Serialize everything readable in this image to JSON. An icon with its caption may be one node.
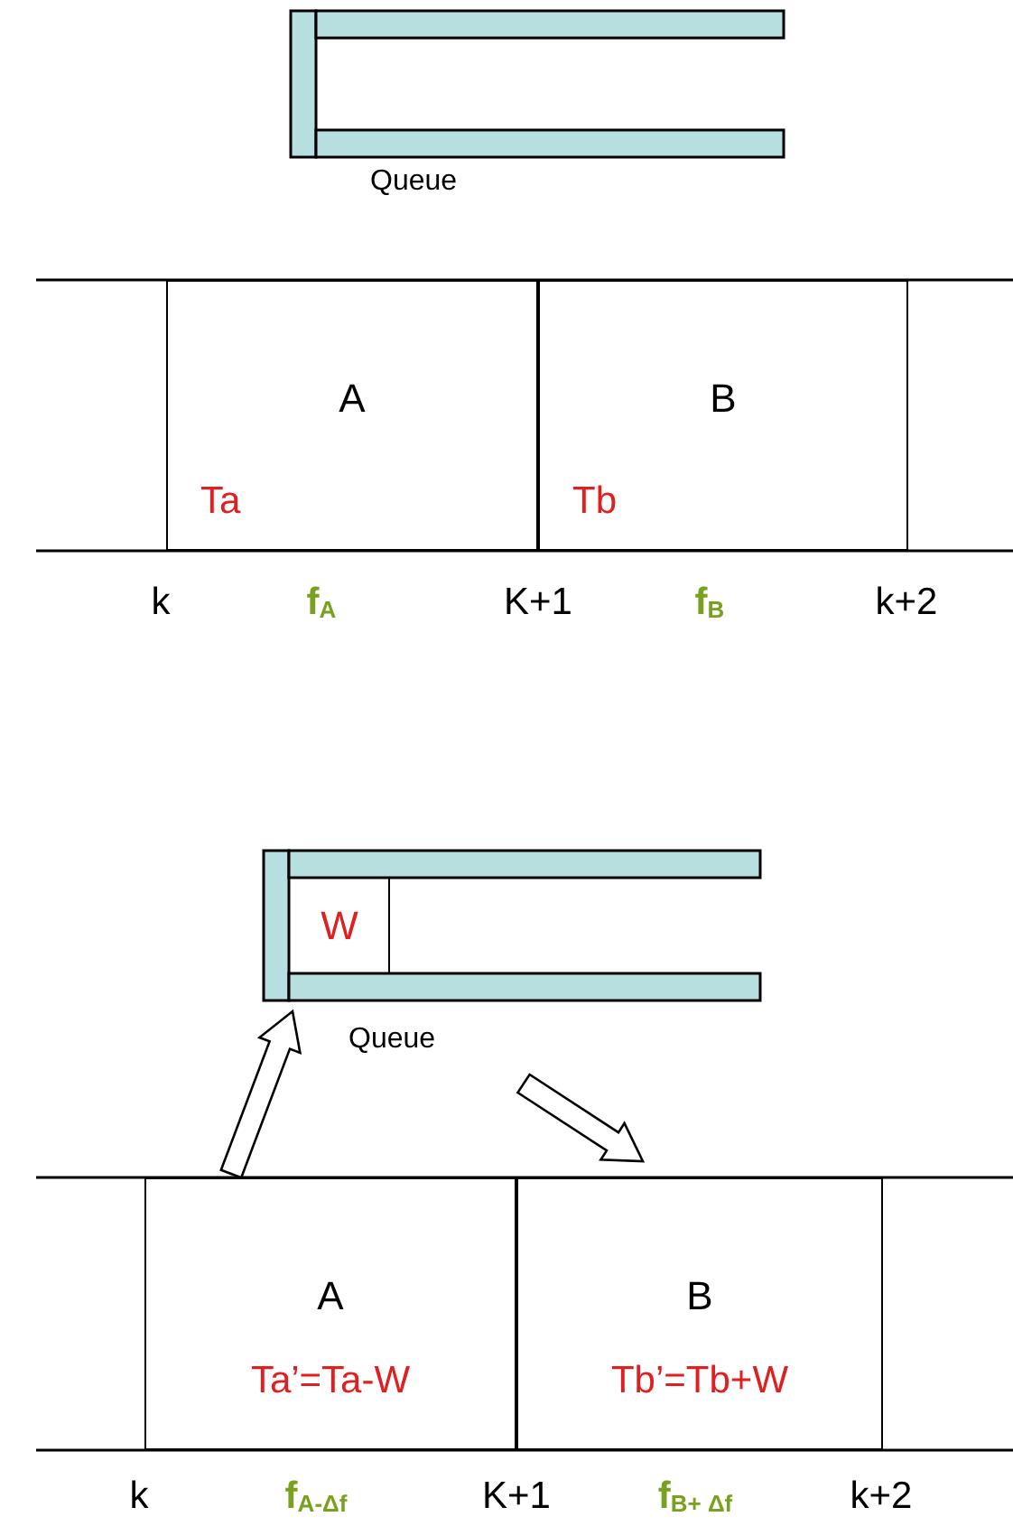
{
  "diagram": {
    "nodes": [
      {
        "text": [
          "Queue"
        ]
      },
      {
        "text": [
          "A",
          "Ta"
        ]
      },
      {
        "text": [
          "B",
          "Tb"
        ]
      },
      {
        "text": [
          "Queue"
        ]
      },
      {
        "text": [
          "W"
        ],
        "in": 3
      },
      {
        "text": [
          "A",
          "Ta’=Ta-W"
        ]
      },
      {
        "text": [
          "B",
          "Tb’=Tb+W"
        ]
      }
    ],
    "edges": [
      {
        "from": 5,
        "to": 3,
        "arrow": "to"
      },
      {
        "from": 3,
        "to": 6,
        "arrow": "to"
      }
    ],
    "labels": [
      "k",
      "f$_{A}$",
      "K+1",
      "f$_{B}$",
      "k+2",
      "k",
      "f$_{A-Δf}$",
      "K+1",
      "f$_{B+ Δf}$",
      "k+2"
    ]
  }
}
